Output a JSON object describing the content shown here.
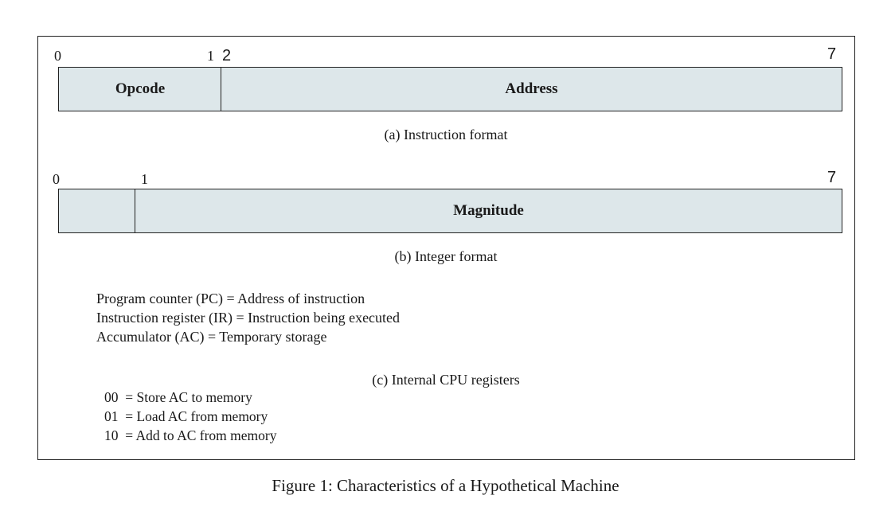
{
  "instruction_format": {
    "bit_labels": [
      "0",
      "1",
      "2",
      "7"
    ],
    "fields": [
      "Opcode",
      "Address"
    ],
    "caption": "(a) Instruction format"
  },
  "integer_format": {
    "bit_labels": [
      "0",
      "1",
      "7"
    ],
    "fields": [
      "",
      "Magnitude"
    ],
    "caption": "(b) Integer format"
  },
  "cpu_registers": {
    "lines": [
      "Program counter (PC) = Address of instruction",
      "Instruction register (IR) = Instruction being executed",
      "Accumulator (AC) = Temporary storage"
    ],
    "caption": "(c) Internal CPU registers"
  },
  "opcodes": [
    {
      "code": "00",
      "text": "= Store AC to memory"
    },
    {
      "code": "01",
      "text": "= Load AC from memory"
    },
    {
      "code": "10",
      "text": "= Add to AC from memory"
    }
  ],
  "figure_caption": "Figure 1: Characteristics of a Hypothetical Machine"
}
